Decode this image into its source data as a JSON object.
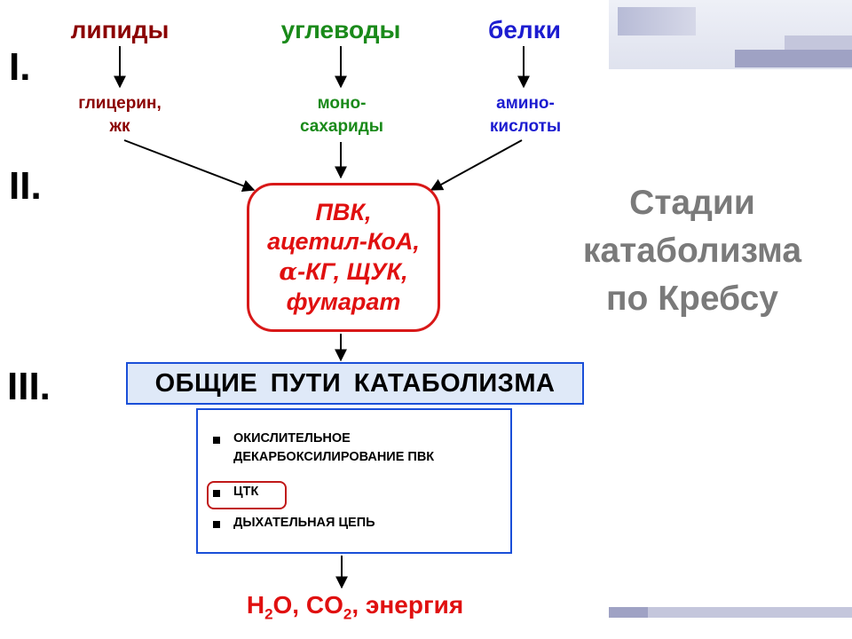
{
  "stages": {
    "s1": "I.",
    "s2": "II.",
    "s3": "III."
  },
  "sources": {
    "lipids": "липиды",
    "carbs": "углеводы",
    "proteins": "белки"
  },
  "products": {
    "lipids_l1": "глицерин,",
    "lipids_l2": "жк",
    "carbs_l1": "моно-",
    "carbs_l2": "сахариды",
    "proteins_l1": "амино-",
    "proteins_l2": "кислоты"
  },
  "intermediates": {
    "l1": "ПВК,",
    "l2": "ацетил-КоА,",
    "l3_alpha": "α",
    "l3_rest": "-КГ, ЩУК,",
    "l4": "фумарат"
  },
  "common_paths": "ОБЩИЕ ПУТИ КАТАБОЛИЗМА",
  "paths_list": {
    "item1_l1": "ОКИСЛИТЕЛЬНОЕ",
    "item1_l2": "ДЕКАРБОКСИЛИРОВАНИЕ ПВК",
    "item2": "ЦТК",
    "item3": "ДЫХАТЕЛЬНАЯ ЦЕПЬ"
  },
  "result": {
    "h": "H",
    "h_sub": "2",
    "o_rest": "O, CO",
    "co_sub": "2",
    "tail": ", энергия"
  },
  "title": {
    "l1": "Стадии",
    "l2": "катаболизма",
    "l3": "по Кребсу"
  },
  "colors": {
    "lipids": "#8b0000",
    "carbs": "#1a8a1a",
    "proteins": "#1c1cd0",
    "accent_red": "#e01010",
    "frame_blue": "#1a4fd8",
    "title_gray": "#7a7a7a"
  }
}
